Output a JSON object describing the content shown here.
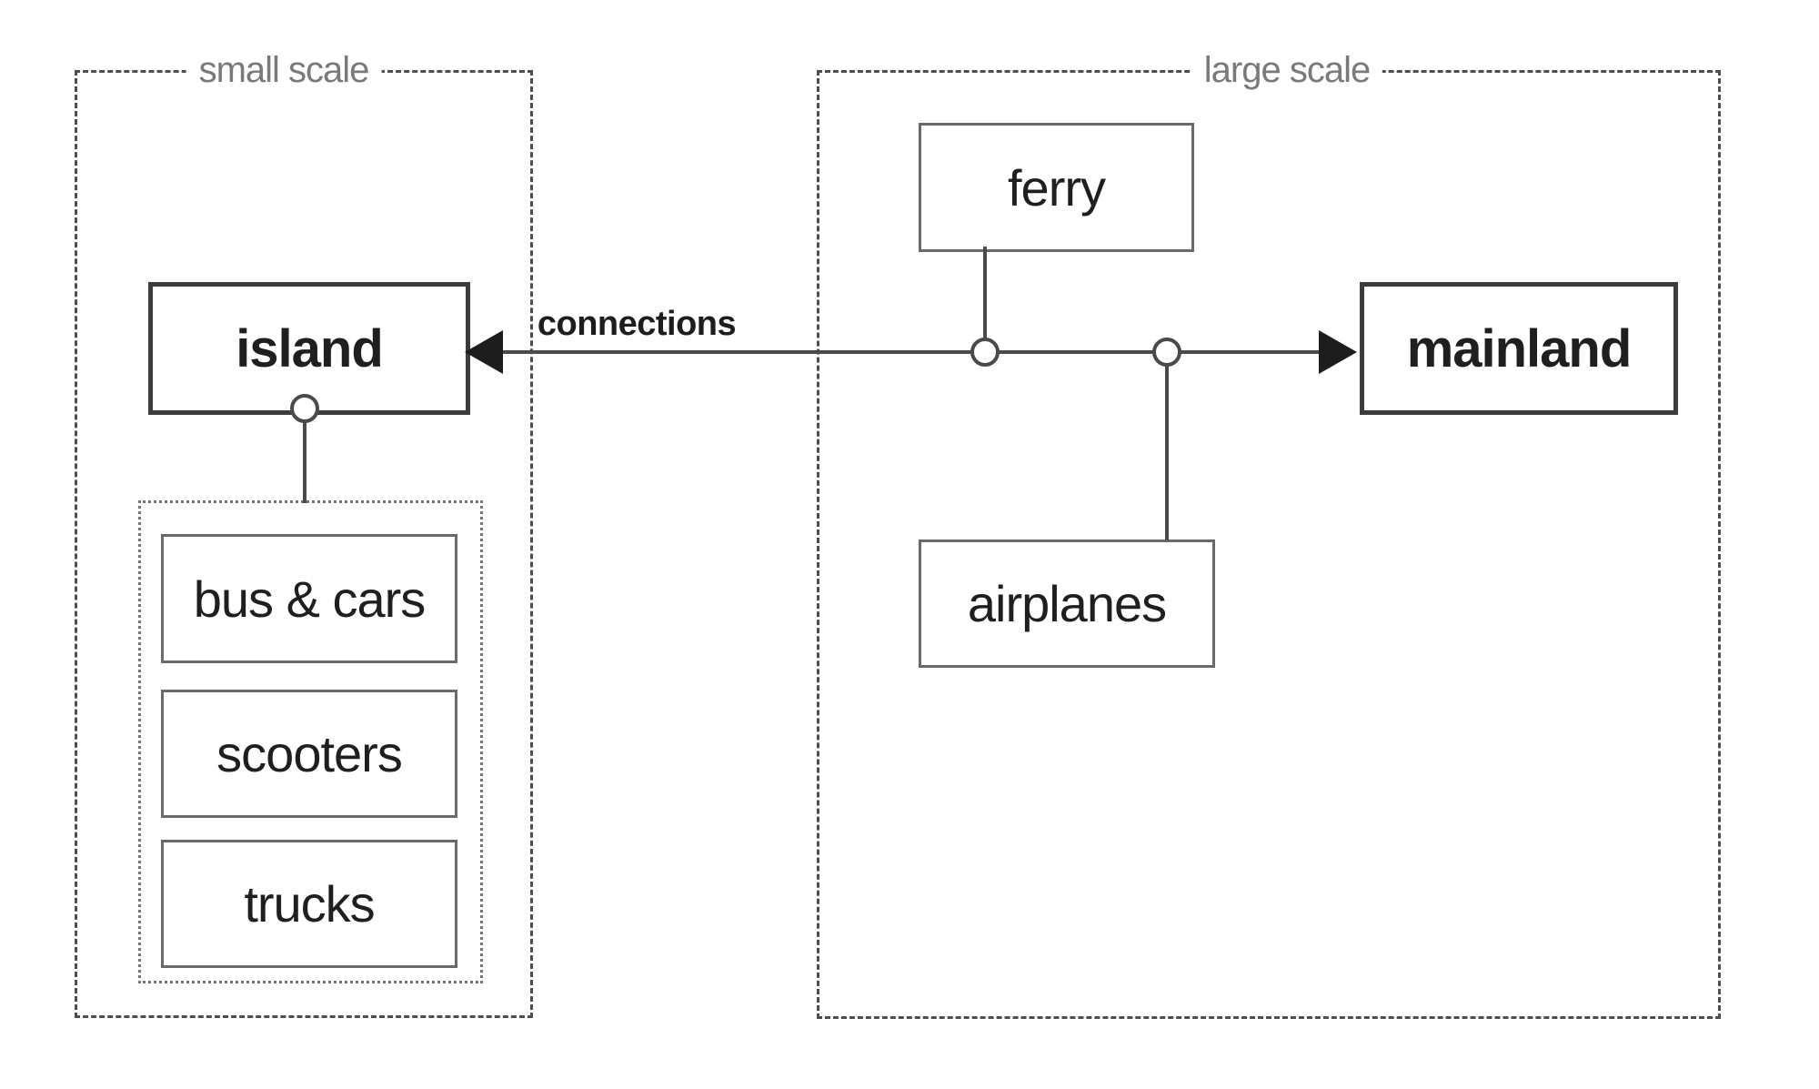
{
  "figure": {
    "groups": {
      "small_scale": {
        "label": "small scale"
      },
      "large_scale": {
        "label": "large scale"
      }
    },
    "nodes": {
      "island": {
        "label": "island",
        "emphasis": "bold"
      },
      "mainland": {
        "label": "mainland",
        "emphasis": "bold"
      },
      "ferry": {
        "label": "ferry"
      },
      "airplanes": {
        "label": "airplanes"
      },
      "vehicles": [
        {
          "label": "bus & cars"
        },
        {
          "label": "scooters"
        },
        {
          "label": "trucks"
        }
      ]
    },
    "edges": {
      "connections_label": "connections",
      "arrow_targets": [
        "island",
        "mainland"
      ],
      "junction_circles": [
        "ferry",
        "airplanes",
        "island-vehicles"
      ]
    },
    "colors": {
      "background": "#ffffff",
      "box_border": "#6a6a6a",
      "emphasis_border": "#3c3c3c",
      "group_border": "#4e4e4e",
      "wire": "#4a4a4a",
      "arrow_fill": "#1d1d1d",
      "text": "#1f1f1f",
      "group_label_text": "#7a7a7a"
    }
  }
}
